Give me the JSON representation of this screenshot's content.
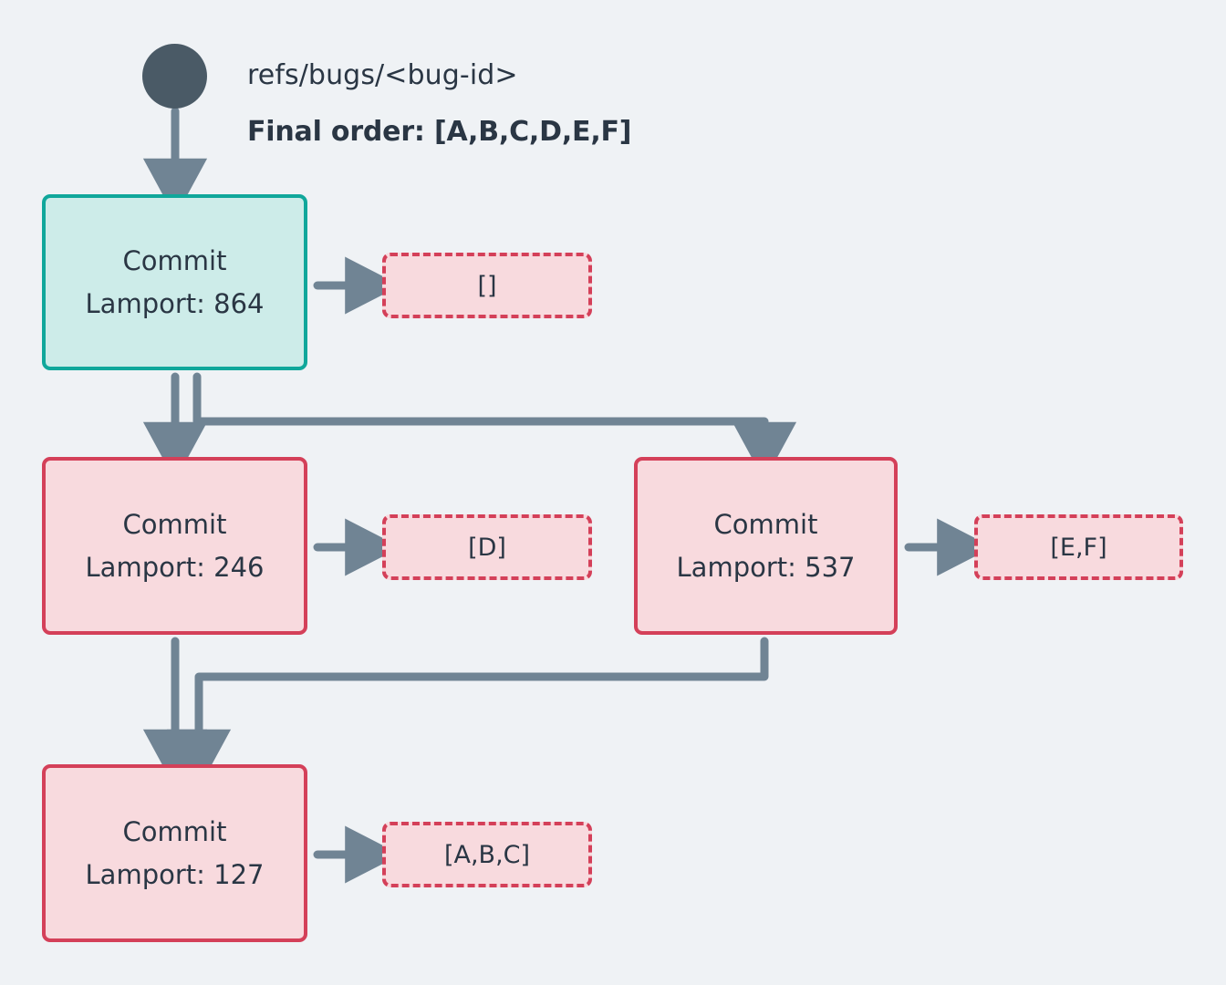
{
  "diagram": {
    "background_color": "#eff2f5",
    "ref_label": "refs/bugs/<bug-id>",
    "final_order_label": "Final order: [A,B,C,D,E,F]",
    "colors": {
      "head_node": "#4a5a66",
      "teal_border": "#10a79b",
      "teal_fill": "#cdece9",
      "crimson_border": "#d44059",
      "crimson_fill": "#f8dade",
      "connector": "#708494",
      "text": "#2a3644"
    },
    "commits": [
      {
        "id": "commit-864",
        "title": "Commit",
        "lamport_label": "Lamport: 864",
        "lamport": 864,
        "style": "teal",
        "payload": "[]"
      },
      {
        "id": "commit-246",
        "title": "Commit",
        "lamport_label": "Lamport: 246",
        "lamport": 246,
        "style": "crimson",
        "payload": "[D]"
      },
      {
        "id": "commit-537",
        "title": "Commit",
        "lamport_label": "Lamport: 537",
        "lamport": 537,
        "style": "crimson",
        "payload": "[E,F]"
      },
      {
        "id": "commit-127",
        "title": "Commit",
        "lamport_label": "Lamport: 127",
        "lamport": 127,
        "style": "crimson",
        "payload": "[A,B,C]"
      }
    ],
    "edges": [
      {
        "from": "head",
        "to": "commit-864"
      },
      {
        "from": "commit-864",
        "to": "commit-246"
      },
      {
        "from": "commit-864",
        "to": "commit-537"
      },
      {
        "from": "commit-246",
        "to": "commit-127"
      },
      {
        "from": "commit-537",
        "to": "commit-127"
      },
      {
        "from": "commit-864",
        "to": "payload-864"
      },
      {
        "from": "commit-246",
        "to": "payload-246"
      },
      {
        "from": "commit-537",
        "to": "payload-537"
      },
      {
        "from": "commit-127",
        "to": "payload-127"
      }
    ]
  }
}
